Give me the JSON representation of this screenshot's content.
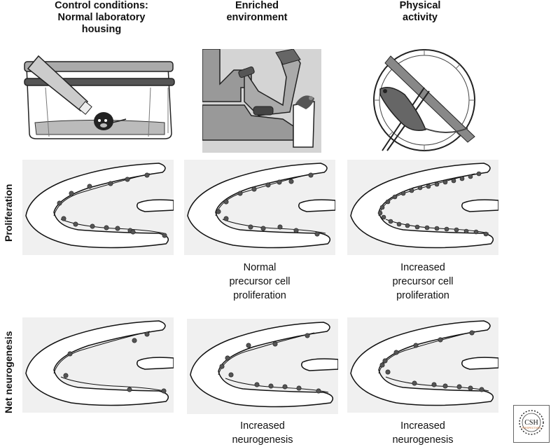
{
  "columns": [
    {
      "title_line1": "Control conditions:",
      "title_line2": "Normal laboratory",
      "title_line3": "housing",
      "illustration": "mouse-cage-icon"
    },
    {
      "title_line1": "Enriched",
      "title_line2": "environment",
      "title_line3": "",
      "illustration": "enriched-tubes-icon"
    },
    {
      "title_line1": "Physical",
      "title_line2": "activity",
      "title_line3": "",
      "illustration": "running-wheel-icon"
    }
  ],
  "rows": [
    {
      "label": "Proliferation"
    },
    {
      "label": "Net neurogenesis"
    }
  ],
  "captions": {
    "proliferation_enriched": [
      "Normal",
      "precursor cell",
      "proliferation"
    ],
    "proliferation_activity": [
      "Increased",
      "precursor cell",
      "proliferation"
    ],
    "neurogenesis_enriched": [
      "Increased",
      "neurogenesis"
    ],
    "neurogenesis_activity": [
      "Increased",
      "neurogenesis"
    ]
  },
  "logo": {
    "text": "CSH",
    "subtext": "PERSPECTIVES",
    "color": "#c86a2c"
  },
  "colors": {
    "panel_bg": "#f0f0f0",
    "dot": "#555555",
    "outline": "#111111"
  }
}
